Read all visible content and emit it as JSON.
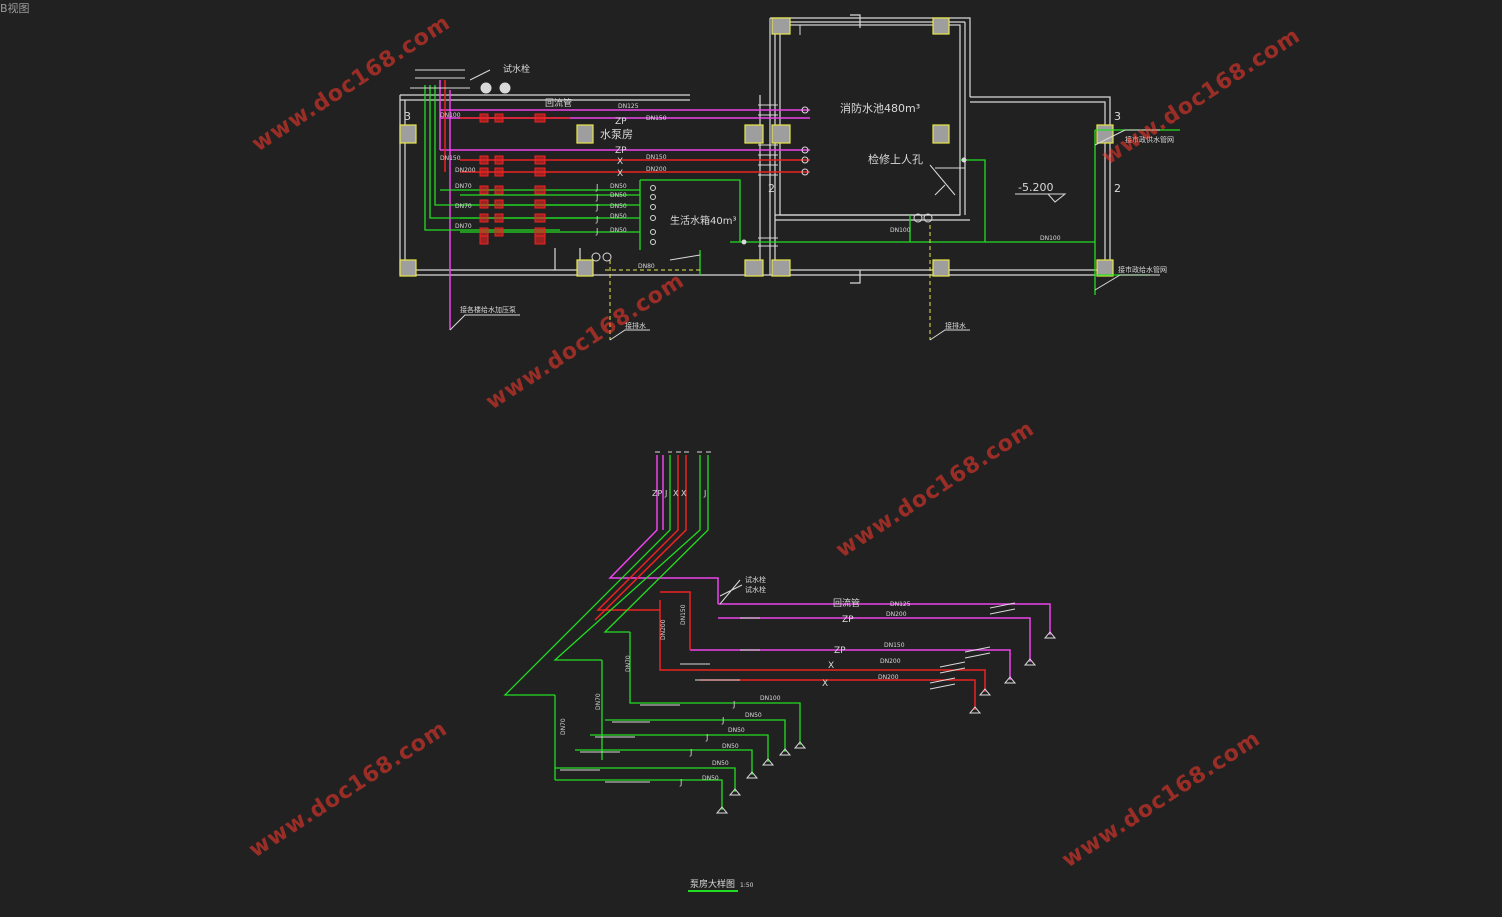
{
  "window": {
    "title": "B视图"
  },
  "colors": {
    "background": "#212121",
    "wall": "#d9d9d9",
    "column": "#9e9e9e",
    "column_border": "#e8e84a",
    "fire_pipe": "#ee44ee",
    "sprinkler_pipe": "#ee2222",
    "supply_pipe": "#22dd22",
    "riser_guide": "#e8e84a",
    "watermark": "#ff3a2e"
  },
  "plan": {
    "labels": {
      "grid_3_left": "3",
      "grid_3_right": "3",
      "grid_2_mid": "2",
      "grid_2_right": "2",
      "huiliu": "回流管",
      "shuibeng": "水泵房",
      "fire_tank": "消防水池480m³",
      "supply_tank": "生活水箱40m³",
      "manhole": "检修上人孔",
      "elevation": "-5.200",
      "tap_valve": "试水栓",
      "zp1": "ZP",
      "zp2": "ZP",
      "x1": "X",
      "x2": "X",
      "dn150a": "DN150",
      "dn150b": "DN150",
      "dn100": "DN100",
      "dn100b": "DN100",
      "dn200a": "DN200",
      "dn200b": "DN200",
      "dn125": "DN125",
      "dn80": "DN80",
      "dn70a": "DN70",
      "dn70b": "DN70",
      "dn70c": "DN70",
      "dn50a": "DN50",
      "dn50b": "DN50",
      "dn50c": "DN50",
      "dn50d": "DN50",
      "dn50e": "DN50",
      "j1": "J",
      "j2": "J",
      "j3": "J",
      "j4": "J",
      "j5": "J",
      "note_right_top": "接市政供水管网",
      "note_right_bottom": "接市政给水管网",
      "note_left_bottom": "接各楼给水加压泵",
      "note_mid1": "接排水",
      "note_mid2": "接排水"
    }
  },
  "axon": {
    "labels": {
      "top_codes": [
        "ZP",
        "J",
        "X",
        "X",
        "J"
      ],
      "huiliu": "回流管",
      "zp1": "ZP",
      "zp2": "ZP",
      "x1": "X",
      "x2": "X",
      "tap1": "试水栓",
      "tap2": "试水栓",
      "dn125": "DN125",
      "dn200a": "DN200",
      "dn150": "DN150",
      "dn200b": "DN200",
      "dn200c": "DN200",
      "dn100": "DN100",
      "dn50a": "DN50",
      "dn50b": "DN50",
      "dn50c": "DN50",
      "dn50d": "DN50",
      "dn50e": "DN50",
      "dn70a": "DN70",
      "dn70b": "DN70",
      "dn70c": "DN70",
      "j1": "J",
      "j2": "J",
      "j3": "J",
      "j4": "J",
      "j5": "J",
      "caption": "泵房大样图",
      "scale": "1:50"
    }
  },
  "watermark": {
    "text": "www.doc168.com"
  }
}
